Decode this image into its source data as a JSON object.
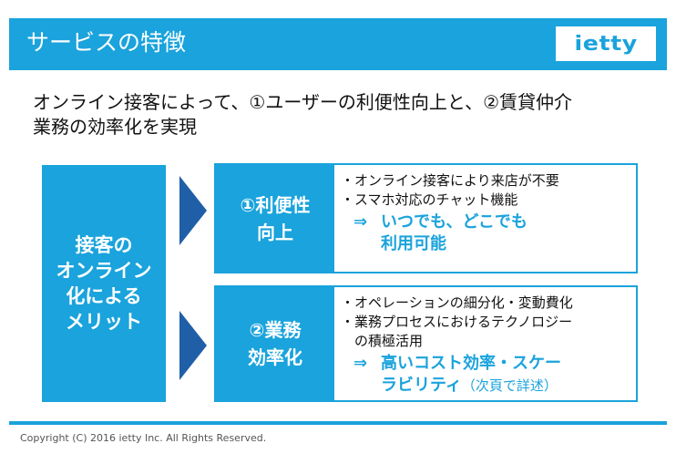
{
  "header": {
    "title": "サービスの特徴",
    "logo_text": "ietty"
  },
  "intro": {
    "text": "オンライン接客によって、①ユーザーの利便性向上と、②賃貸仲介\n業務の効率化を実現"
  },
  "left_box": {
    "text": "接客の\nオンライン\n化による\nメリット"
  },
  "panels": [
    {
      "label": "①利便性\n向上",
      "bullets": [
        "・オンライン接客により来店が不要",
        "・スマホ対応のチャット機能"
      ],
      "result_arrow": "⇒",
      "result_text": "いつでも、どこでも\n利用可能",
      "result_note": ""
    },
    {
      "label": "②業務\n効率化",
      "bullets": [
        "・オペレーションの細分化・変動費化",
        "・業務プロセスにおけるテクノロジー\n　の積極活用"
      ],
      "result_arrow": "⇒",
      "result_text": "高いコスト効率・スケー\nラビリティ",
      "result_note": "（次頁で詳述）"
    }
  ],
  "footer": {
    "copyright": "Copyright (C) 2016 ietty Inc. All Rights Reserved."
  },
  "colors": {
    "accent": "#1aa3dc",
    "arrow": "#1f5fa8",
    "text": "#111111"
  },
  "icons": {
    "flow_arrow": "right-chevron-arrow-icon",
    "result_arrow": "double-right-arrow-icon"
  }
}
